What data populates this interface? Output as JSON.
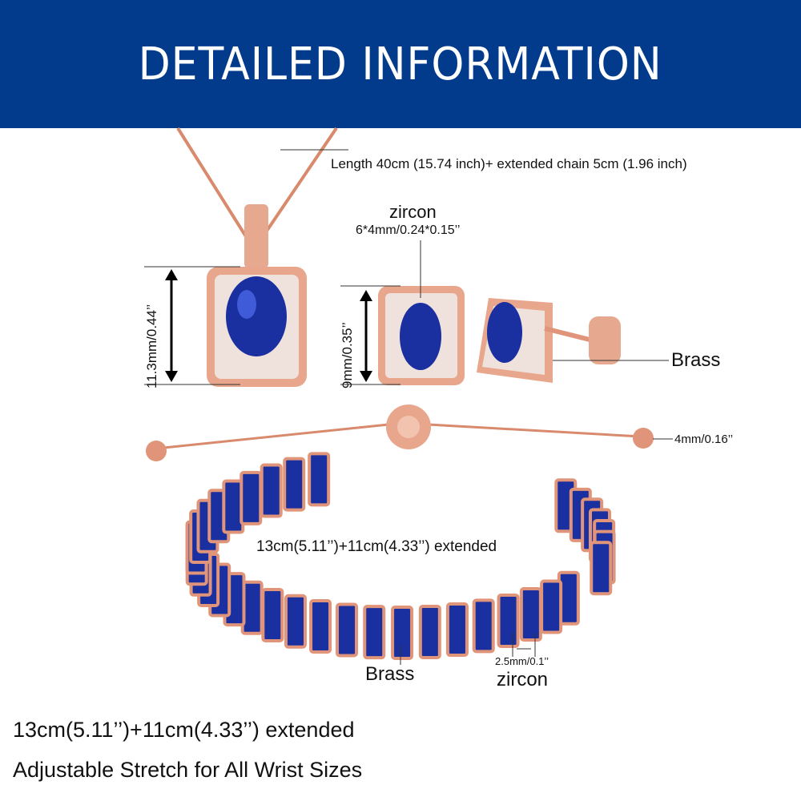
{
  "header": {
    "title": "DETAILED INFORMATION",
    "color": "#023a8c"
  },
  "necklace": {
    "chain_length": "Length 40cm (15.74 inch)+ extended chain 5cm (1.96 inch)",
    "pendant_height": "11.3mm/0.44’’"
  },
  "earrings": {
    "stone_label": "zircon",
    "stone_size": "6*4mm/0.24*0.15’’",
    "height": "9mm/0.35’’",
    "material": "Brass"
  },
  "bracelet": {
    "bead_size": "4mm/0.16’’",
    "length": "13cm(5.11’’)+11cm(4.33’’) extended",
    "material": "Brass",
    "stone_width": "2.5mm/0.1’’",
    "stone_label": "zircon"
  },
  "footer": {
    "line1": "13cm(5.11’’)+11cm(4.33’’) extended",
    "line2": "Adjustable Stretch for All Wrist Sizes"
  },
  "colors": {
    "rose_gold": "#e0957a",
    "sapphire": "#1a2fa0"
  }
}
